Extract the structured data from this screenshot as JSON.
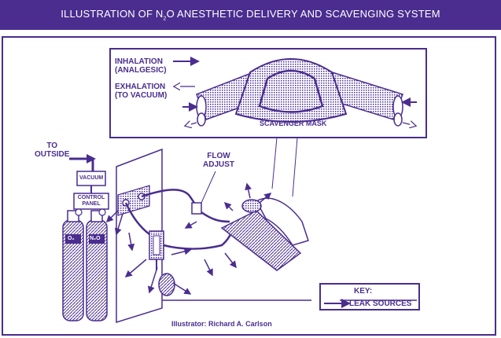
{
  "title": {
    "prefix": "ILLUSTRATION OF N",
    "subscript": "2",
    "suffix": "O ANESTHETIC DELIVERY AND SCAVENGING SYSTEM"
  },
  "inset": {
    "inhalation_line1": "INHALATION",
    "inhalation_line2": "(ANALGESIC)",
    "exhalation_line1": "EXHALATION",
    "exhalation_line2": "(TO VACUUM)",
    "mask_label": "SCAVENGER MASK"
  },
  "labels": {
    "to_outside_line1": "TO",
    "to_outside_line2": "OUTSIDE",
    "vacuum": "VACUUM",
    "control_panel_line1": "CONTROL",
    "control_panel_line2": "PANEL",
    "flow_adjust_line1": "FLOW",
    "flow_adjust_line2": "ADJUST",
    "o2": "O₂",
    "n2o": "N₂O"
  },
  "key": {
    "title": "KEY:",
    "leak_sources": "LEAK SOURCES"
  },
  "credit": "Illustrator: Richard A. Carlson",
  "colors": {
    "primary": "#4a2d8f",
    "background": "#ffffff",
    "title_text": "#ffffff"
  }
}
